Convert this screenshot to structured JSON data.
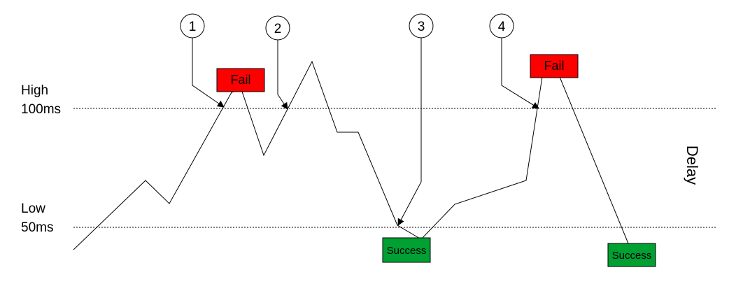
{
  "thresholds": {
    "high": {
      "label": "High",
      "value": "100ms"
    },
    "low": {
      "label": "Low",
      "value": "50ms"
    }
  },
  "side_label": "Delay",
  "markers": [
    {
      "number": "1"
    },
    {
      "number": "2"
    },
    {
      "number": "3"
    },
    {
      "number": "4"
    }
  ],
  "outcomes": [
    {
      "label": "Fail",
      "color": "#ff0000"
    },
    {
      "label": "Success",
      "color": "#00a033"
    },
    {
      "label": "Fail",
      "color": "#ff0000"
    },
    {
      "label": "Success",
      "color": "#00a033"
    }
  ],
  "colors": {
    "line": "#000000",
    "fail": "#ff0000",
    "success": "#00a033"
  }
}
